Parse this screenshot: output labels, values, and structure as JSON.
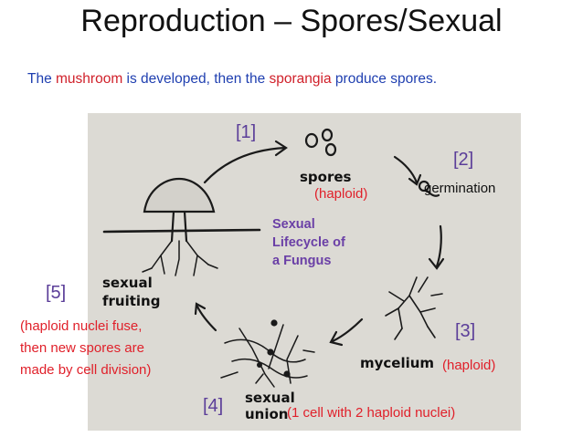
{
  "title": "Reproduction – Spores/Sexual",
  "subtitle": {
    "part1": "The ",
    "word1": "mushroom",
    "part2": " is developed, then the ",
    "word2": "sporangia",
    "part3": " produce spores."
  },
  "diagram": {
    "center_label": [
      "Sexual",
      "Lifecycle of",
      "a Fungus"
    ],
    "stage_labels": {
      "spores": "spores",
      "mycelium": "mycelium",
      "sexual_union": [
        "sexual",
        "union"
      ],
      "sexual_fruiting": [
        "sexual",
        "fruiting"
      ]
    }
  },
  "annotations": {
    "step1": "[1]",
    "step2": "[2]",
    "step3": "[3]",
    "step4": "[4]",
    "step5": "[5]",
    "spores_ploidy": "(haploid)",
    "germination": "germination",
    "mycelium_ploidy": "(haploid)",
    "union_note": "(1 cell with 2 haploid nuclei)",
    "fruiting_note": [
      "(haploid nuclei fuse,",
      "then new spores are",
      "made by cell division)"
    ]
  },
  "colors": {
    "subtitle_blue": "#1f3fb0",
    "highlight_red": "#d0202a",
    "step_purple": "#5b3e99",
    "panel_gray": "#dcdad4"
  }
}
